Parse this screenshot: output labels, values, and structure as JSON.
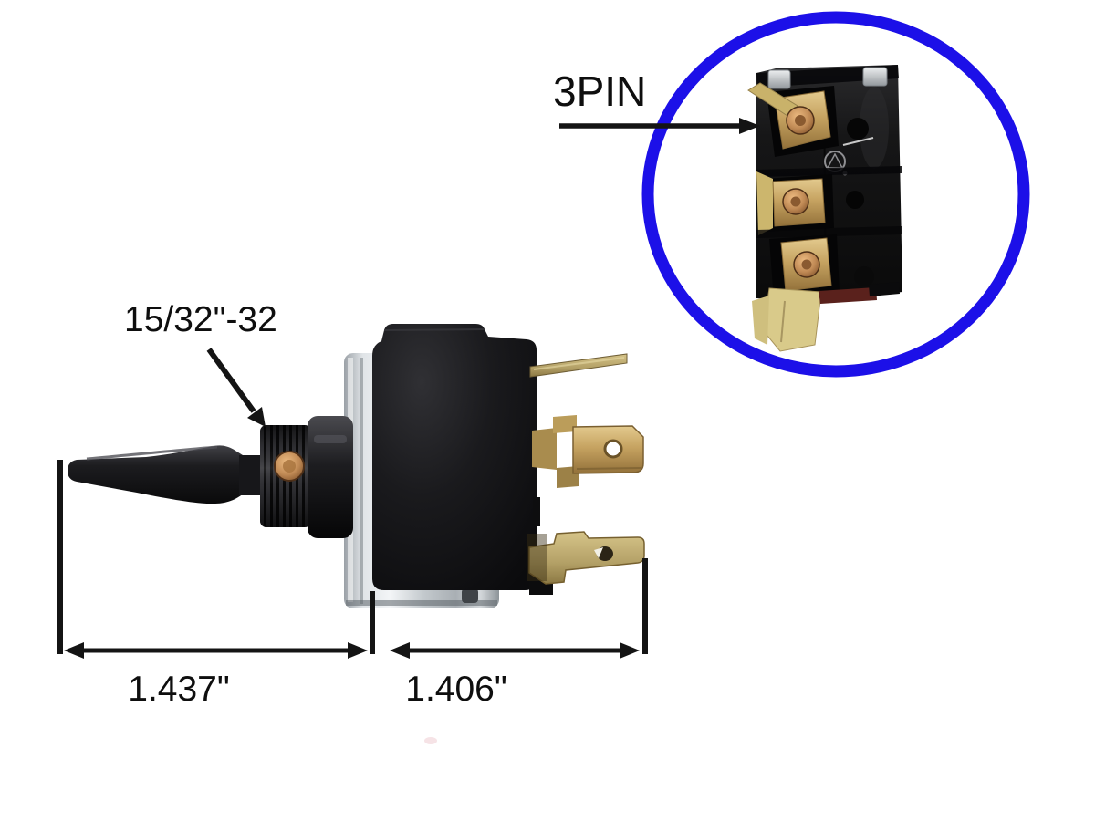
{
  "labels": {
    "thread_spec": "15/32\"-32",
    "pin_count": "3PIN",
    "lever_length": "1.437\"",
    "body_length": "1.406\""
  },
  "colors": {
    "background": "#ffffff",
    "accent_blue": "#1c10e8",
    "annotation": "#141414",
    "brass": "#c3a15f",
    "copper": "#c08a55",
    "silver": "#c6cbcf",
    "body_black": "#131315"
  }
}
